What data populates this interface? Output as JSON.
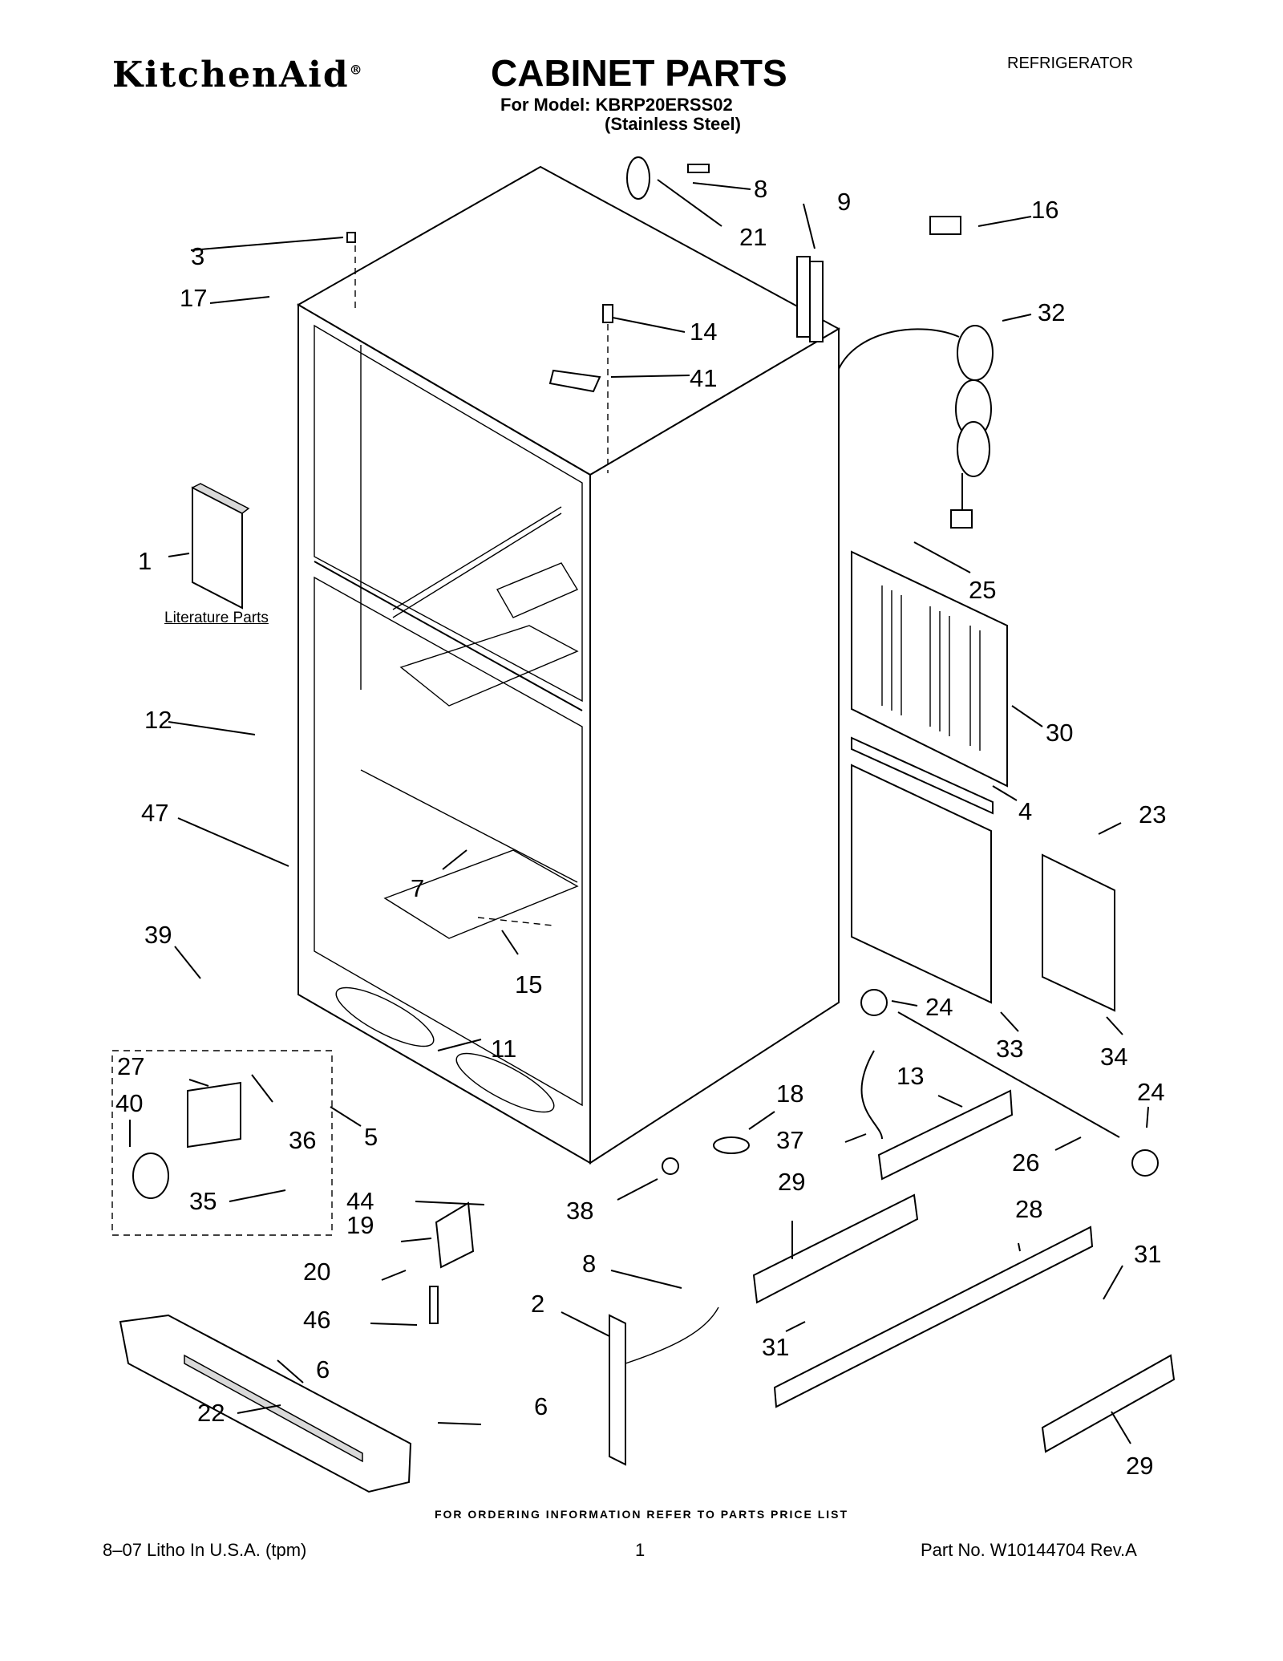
{
  "header": {
    "brand": "KitchenAid",
    "brand_mark": "®",
    "title": "CABINET PARTS",
    "model_line": "For Model: KBRP20ERSS02",
    "finish_line": "(Stainless Steel)",
    "category": "REFRIGERATOR"
  },
  "literature_label": "Literature Parts",
  "callouts": [
    {
      "label": "1"
    },
    {
      "label": "2"
    },
    {
      "label": "3"
    },
    {
      "label": "4"
    },
    {
      "label": "5"
    },
    {
      "label": "6"
    },
    {
      "label": "6"
    },
    {
      "label": "7"
    },
    {
      "label": "8"
    },
    {
      "label": "8"
    },
    {
      "label": "9"
    },
    {
      "label": "11"
    },
    {
      "label": "12"
    },
    {
      "label": "13"
    },
    {
      "label": "14"
    },
    {
      "label": "15"
    },
    {
      "label": "16"
    },
    {
      "label": "17"
    },
    {
      "label": "18"
    },
    {
      "label": "19"
    },
    {
      "label": "20"
    },
    {
      "label": "21"
    },
    {
      "label": "22"
    },
    {
      "label": "23"
    },
    {
      "label": "24"
    },
    {
      "label": "24"
    },
    {
      "label": "25"
    },
    {
      "label": "26"
    },
    {
      "label": "27"
    },
    {
      "label": "28"
    },
    {
      "label": "29"
    },
    {
      "label": "29"
    },
    {
      "label": "30"
    },
    {
      "label": "31"
    },
    {
      "label": "31"
    },
    {
      "label": "32"
    },
    {
      "label": "33"
    },
    {
      "label": "34"
    },
    {
      "label": "35"
    },
    {
      "label": "36"
    },
    {
      "label": "37"
    },
    {
      "label": "38"
    },
    {
      "label": "39"
    },
    {
      "label": "40"
    },
    {
      "label": "41"
    },
    {
      "label": "44"
    },
    {
      "label": "46"
    },
    {
      "label": "47"
    }
  ],
  "footer": {
    "order_note": "FOR ORDERING INFORMATION REFER TO PARTS PRICE LIST",
    "litho": "8–07 Litho In U.S.A. (tpm)",
    "page": "1",
    "part_no": "Part No. W10144704 Rev.A"
  }
}
